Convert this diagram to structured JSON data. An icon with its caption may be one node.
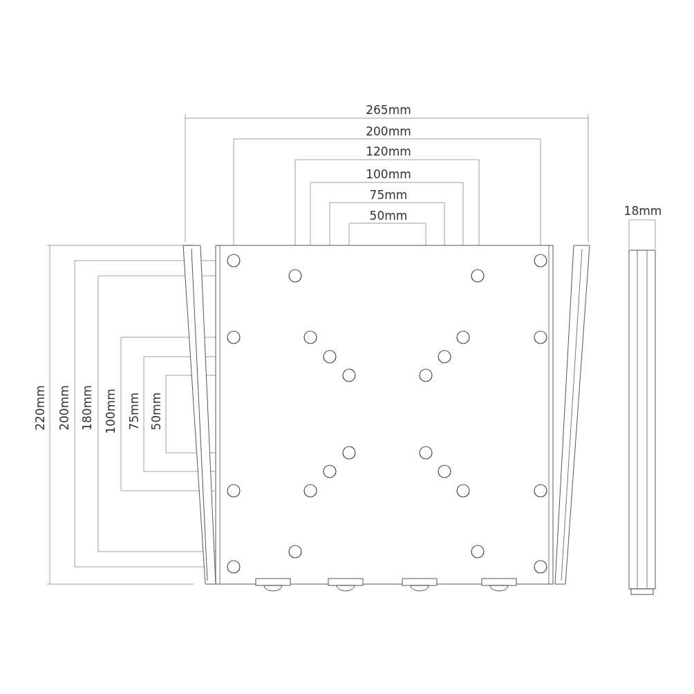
{
  "diagram": {
    "labels": [
      "265mm",
      "200mm",
      "120mm",
      "100mm",
      "75mm",
      "50mm",
      "18mm",
      "220mm",
      "200mm",
      "180mm",
      "100mm",
      "75mm",
      "50mm"
    ]
  }
}
